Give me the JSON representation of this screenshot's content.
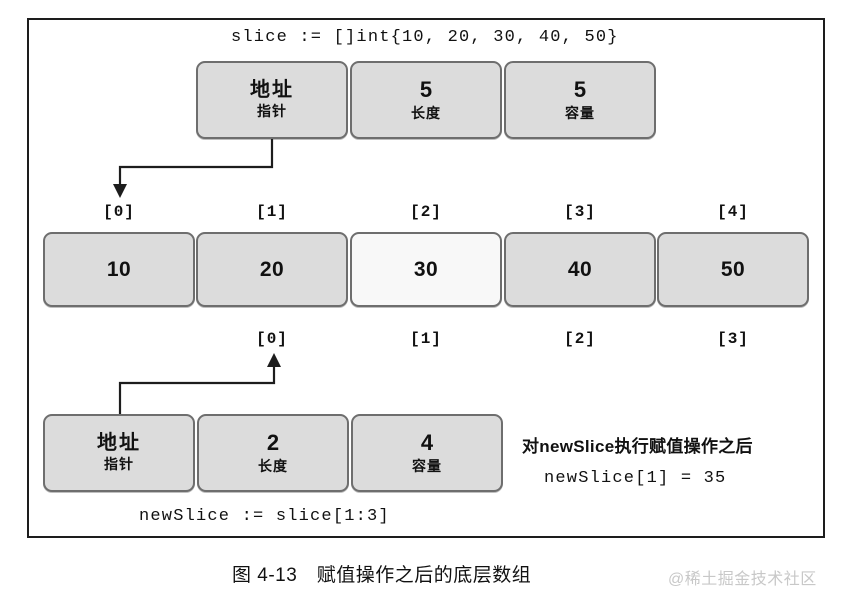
{
  "figure": {
    "top_code": "slice := []int{10, 20, 30, 40, 50}",
    "bottom_code": "newSlice := slice[1:3]",
    "caption": "图 4-13　赋值操作之后的底层数组",
    "watermark": "@稀土掘金技术社区"
  },
  "slice_header": {
    "pointer": {
      "value": "地址",
      "label": "指针"
    },
    "length": {
      "value": "5",
      "label": "长度"
    },
    "capacity": {
      "value": "5",
      "label": "容量"
    }
  },
  "array": {
    "top_indices": [
      "[0]",
      "[1]",
      "[2]",
      "[3]",
      "[4]"
    ],
    "values": [
      "10",
      "20",
      "30",
      "40",
      "50"
    ],
    "bottom_indices": [
      "[0]",
      "[1]",
      "[2]",
      "[3]"
    ],
    "highlighted_index": 2
  },
  "newslice_header": {
    "pointer": {
      "value": "地址",
      "label": "指针"
    },
    "length": {
      "value": "2",
      "label": "长度"
    },
    "capacity": {
      "value": "4",
      "label": "容量"
    }
  },
  "annotation": {
    "title": "对newSlice执行赋值操作之后",
    "code": "newSlice[1] = 35"
  },
  "colors": {
    "cell_fill": "#dcdcdc",
    "cell_highlight": "#f8f8f8",
    "cell_border": "#6e6e6e",
    "frame_border": "#1d1d1d",
    "text": "#111111",
    "watermark": "#c8c8c8"
  }
}
